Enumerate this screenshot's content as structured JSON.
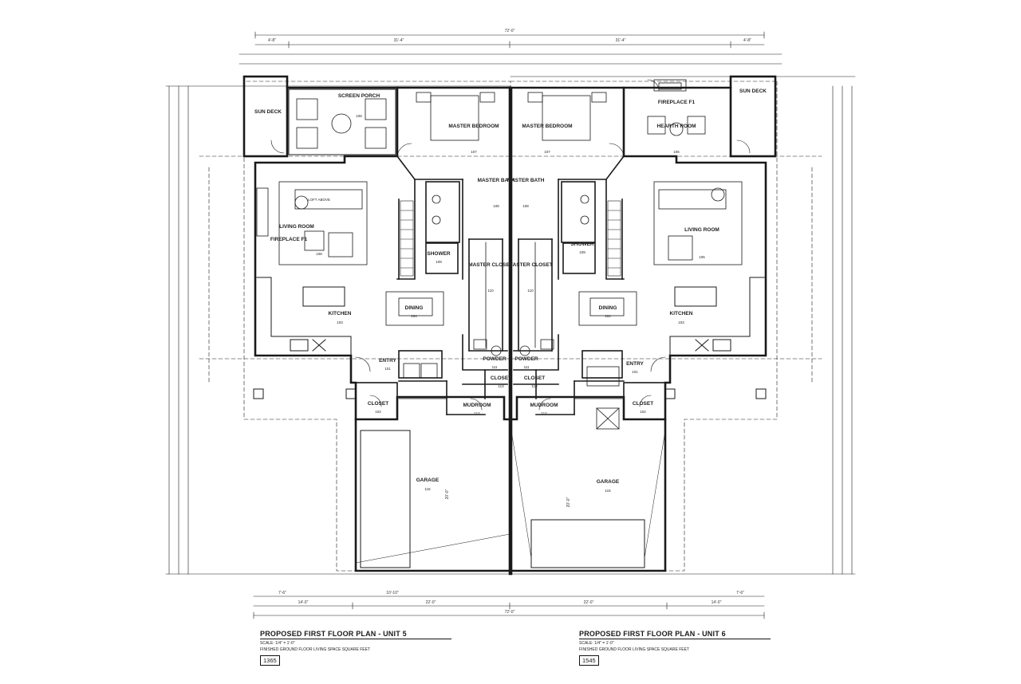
{
  "dimensions": {
    "top_overall": "72'-0\"",
    "top_left_half": "31'-4\"",
    "top_right_half": "31'-4\"",
    "top_left_edge": "4'-8\"",
    "top_right_edge": "4'-8\"",
    "bottom_overall": "72'-0\"",
    "bottom_left": "14'-0\"",
    "bottom_mid_left": "22'-0\"",
    "bottom_mid_right": "22'-0\"",
    "bottom_right": "14'-0\"",
    "left_side_a": "7'-6\"",
    "left_side_b": "10'-10\"",
    "right_side_a": "7'-6\"",
    "garage_depth_left": "20'-0\"",
    "garage_depth_right": "20'-0\""
  },
  "unit5": {
    "rooms": [
      {
        "name": "SUN DECK",
        "tag": ""
      },
      {
        "name": "SCREEN PORCH",
        "tag": "106"
      },
      {
        "name": "MASTER BEDROOM",
        "tag": "107"
      },
      {
        "name": "MASTER BATH",
        "tag": "108"
      },
      {
        "name": "LIVING ROOM",
        "tag": "108"
      },
      {
        "name": "FIREPLACE F1",
        "tag": ""
      },
      {
        "name": "SHOWER",
        "tag": "109"
      },
      {
        "name": "MASTER CLOSET",
        "tag": "110"
      },
      {
        "name": "KITCHEN",
        "tag": "103"
      },
      {
        "name": "DINING",
        "tag": "104"
      },
      {
        "name": "POWDER",
        "tag": "111"
      },
      {
        "name": "ENTRY",
        "tag": "101"
      },
      {
        "name": "CLOSET",
        "tag": "102"
      },
      {
        "name": "CLOSET",
        "tag": "113"
      },
      {
        "name": "MUDROOM",
        "tag": "112"
      },
      {
        "name": "GARAGE",
        "tag": "115"
      }
    ],
    "notes": [
      "LOFT ABOVE"
    ],
    "caption": {
      "title": "PROPOSED FIRST FLOOR PLAN - UNIT 5",
      "scale": "SCALE: 1/4\" = 1'-0\"",
      "area_label": "FINISHED GROUND FLOOR LIVING SPACE SQUARE FEET",
      "area_value": "1365"
    }
  },
  "unit6": {
    "rooms": [
      {
        "name": "SUN DECK",
        "tag": ""
      },
      {
        "name": "FIREPLACE F1",
        "tag": ""
      },
      {
        "name": "HEARTH ROOM",
        "tag": "106"
      },
      {
        "name": "MASTER BEDROOM",
        "tag": "107"
      },
      {
        "name": "MASTER BATH",
        "tag": "108"
      },
      {
        "name": "LIVING ROOM",
        "tag": "105"
      },
      {
        "name": "SHOWER",
        "tag": "109"
      },
      {
        "name": "MASTER CLOSET",
        "tag": "110"
      },
      {
        "name": "KITCHEN",
        "tag": "103"
      },
      {
        "name": "DINING",
        "tag": "104"
      },
      {
        "name": "POWDER",
        "tag": "111"
      },
      {
        "name": "ENTRY",
        "tag": "101"
      },
      {
        "name": "CLOSET",
        "tag": "102"
      },
      {
        "name": "CLOSET",
        "tag": "113"
      },
      {
        "name": "MUDROOM",
        "tag": "112"
      },
      {
        "name": "GARAGE",
        "tag": "115"
      }
    ],
    "caption": {
      "title": "PROPOSED FIRST FLOOR PLAN - UNIT 6",
      "scale": "SCALE: 1/4\" = 1'-0\"",
      "area_label": "FINISHED GROUND FLOOR LIVING SPACE SQUARE FEET",
      "area_value": "1545"
    }
  }
}
